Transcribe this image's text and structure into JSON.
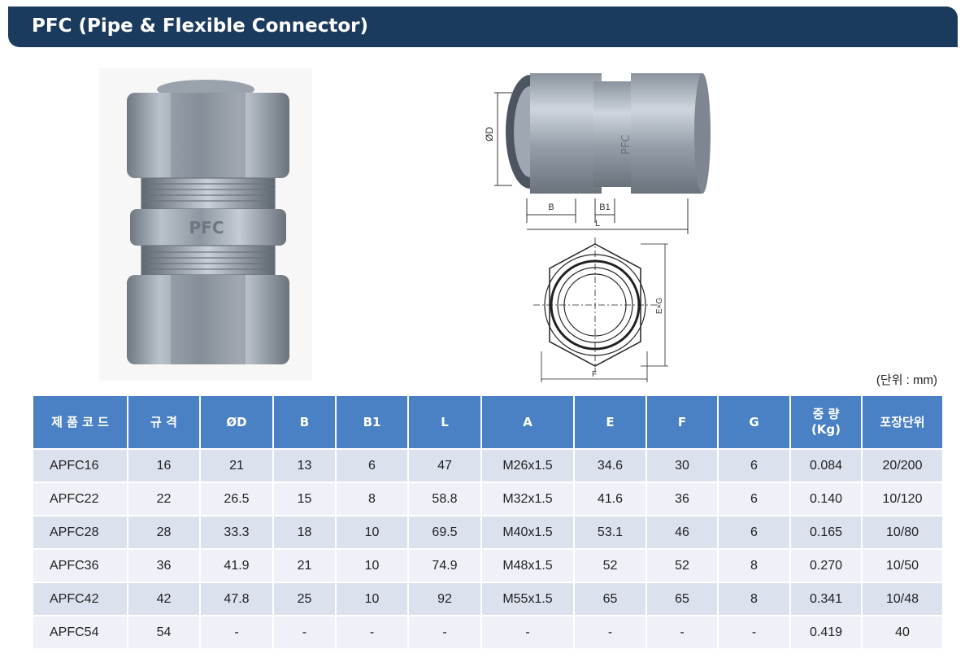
{
  "title": "PFC (Pipe & Flexible Connector)",
  "images": {
    "photo": "pfc-connector-photo",
    "side_drawing": "pfc-side-view-drawing",
    "front_drawing": "pfc-hex-front-drawing"
  },
  "drawing_labels": {
    "diameter": "ØD",
    "b": "B",
    "b1": "B1",
    "l": "L",
    "exg": "E×G",
    "f": "F",
    "stamp": "PFC"
  },
  "unit_note": "(단위 : mm)",
  "table": {
    "headers": [
      "제 품 코 드",
      "규    격",
      "ØD",
      "B",
      "B1",
      "L",
      "A",
      "E",
      "F",
      "G",
      "중 량\n(Kg)",
      "포장단위"
    ],
    "rows": [
      [
        "APFC16",
        "16",
        "21",
        "13",
        "6",
        "47",
        "M26x1.5",
        "34.6",
        "30",
        "6",
        "0.084",
        "20/200"
      ],
      [
        "APFC22",
        "22",
        "26.5",
        "15",
        "8",
        "58.8",
        "M32x1.5",
        "41.6",
        "36",
        "6",
        "0.140",
        "10/120"
      ],
      [
        "APFC28",
        "28",
        "33.3",
        "18",
        "10",
        "69.5",
        "M40x1.5",
        "53.1",
        "46",
        "6",
        "0.165",
        "10/80"
      ],
      [
        "APFC36",
        "36",
        "41.9",
        "21",
        "10",
        "74.9",
        "M48x1.5",
        "52",
        "52",
        "8",
        "0.270",
        "10/50"
      ],
      [
        "APFC42",
        "42",
        "47.8",
        "25",
        "10",
        "92",
        "M55x1.5",
        "65",
        "65",
        "8",
        "0.341",
        "10/48"
      ],
      [
        "APFC54",
        "54",
        "-",
        "-",
        "-",
        "-",
        "-",
        "-",
        "-",
        "-",
        "0.419",
        "40"
      ]
    ]
  },
  "colors": {
    "title_bar": "#1b3b5e",
    "header": "#4a80c4",
    "row_odd": "#dce1ee",
    "row_even": "#eef1f7"
  }
}
